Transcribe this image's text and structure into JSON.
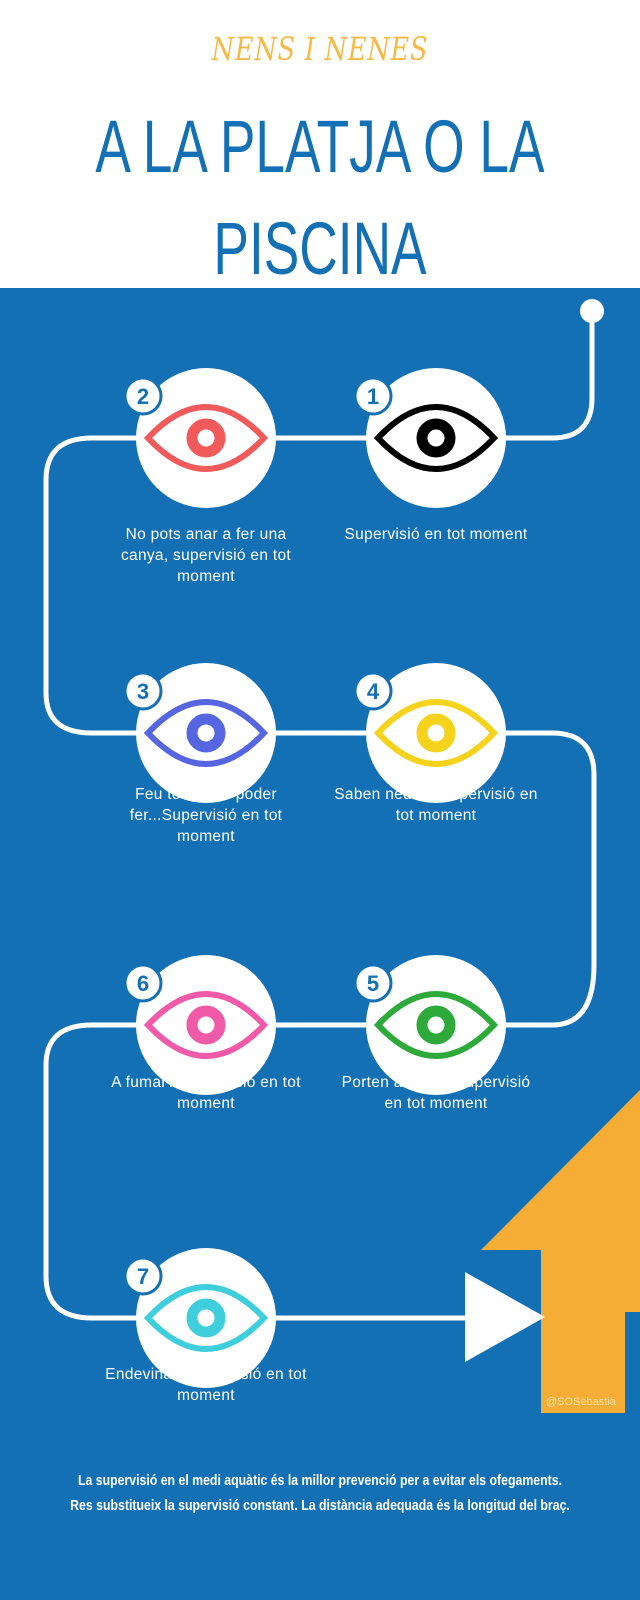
{
  "header": {
    "subtitle": "NENS I NENES",
    "title_line1": "A LA PLATJA O LA",
    "title_line2": "PISCINA"
  },
  "colors": {
    "background": "#1470b4",
    "accent": "#f5ad36",
    "title": "#1470b4"
  },
  "steps": [
    {
      "number": "1",
      "text": "Supervisió en tot moment",
      "eye_color": "#000000"
    },
    {
      "number": "2",
      "text": "No pots anar a fer una canya, supervisió en tot moment",
      "eye_color": "#f05a5a"
    },
    {
      "number": "3",
      "text": "Feu torns per poder fer...Supervisió en tot moment",
      "eye_color": "#5566e0"
    },
    {
      "number": "4",
      "text": "Saben nedar? Supervisió en tot moment",
      "eye_color": "#f5d21c"
    },
    {
      "number": "5",
      "text": "Porten armilla? Supervisió en tot moment",
      "eye_color": "#2eaa3a"
    },
    {
      "number": "6",
      "text": "A fumar? Supervisió en tot moment",
      "eye_color": "#f05aa8"
    },
    {
      "number": "7",
      "text": "Endevina...Supervisió en tot moment",
      "eye_color": "#3fcfdc"
    }
  ],
  "footer": {
    "line1": "La supervisió en el medi aquàtic és la millor prevenció per a evitar els ofegaments.",
    "line2": "Res substitueix la supervisió constant. La distància adequada és la longitud del braç."
  },
  "credit": "@SOSebastia"
}
